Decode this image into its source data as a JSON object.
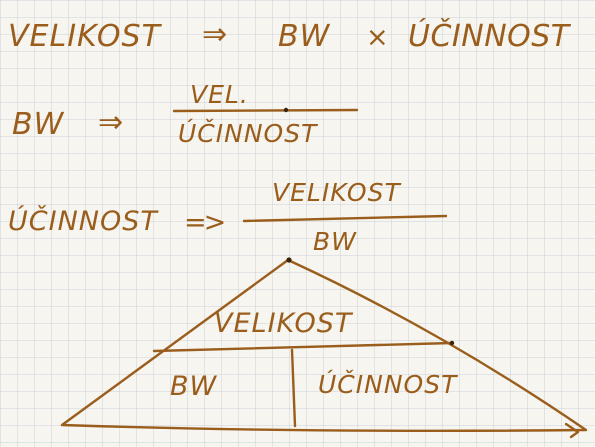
{
  "colors": {
    "ink": "#9a5d1c",
    "paper": "#f6f5ef",
    "grid": "#b4bccb"
  },
  "formula_1": {
    "left": "VELIKOST",
    "arrow": "⇒",
    "product_left": "BW",
    "times": "×",
    "product_right": "ÚČINNOST"
  },
  "formula_2": {
    "left": "BW",
    "arrow": "⇒",
    "numerator": "VEL.",
    "denominator": "ÚČINNOST"
  },
  "formula_3": {
    "left": "ÚČINNOST",
    "arrow": "=>",
    "numerator": "VELIKOST",
    "denominator": "BW"
  },
  "triangle": {
    "top": "VELIKOST",
    "bottom_left": "BW",
    "bottom_right": "ÚČINNOST"
  }
}
